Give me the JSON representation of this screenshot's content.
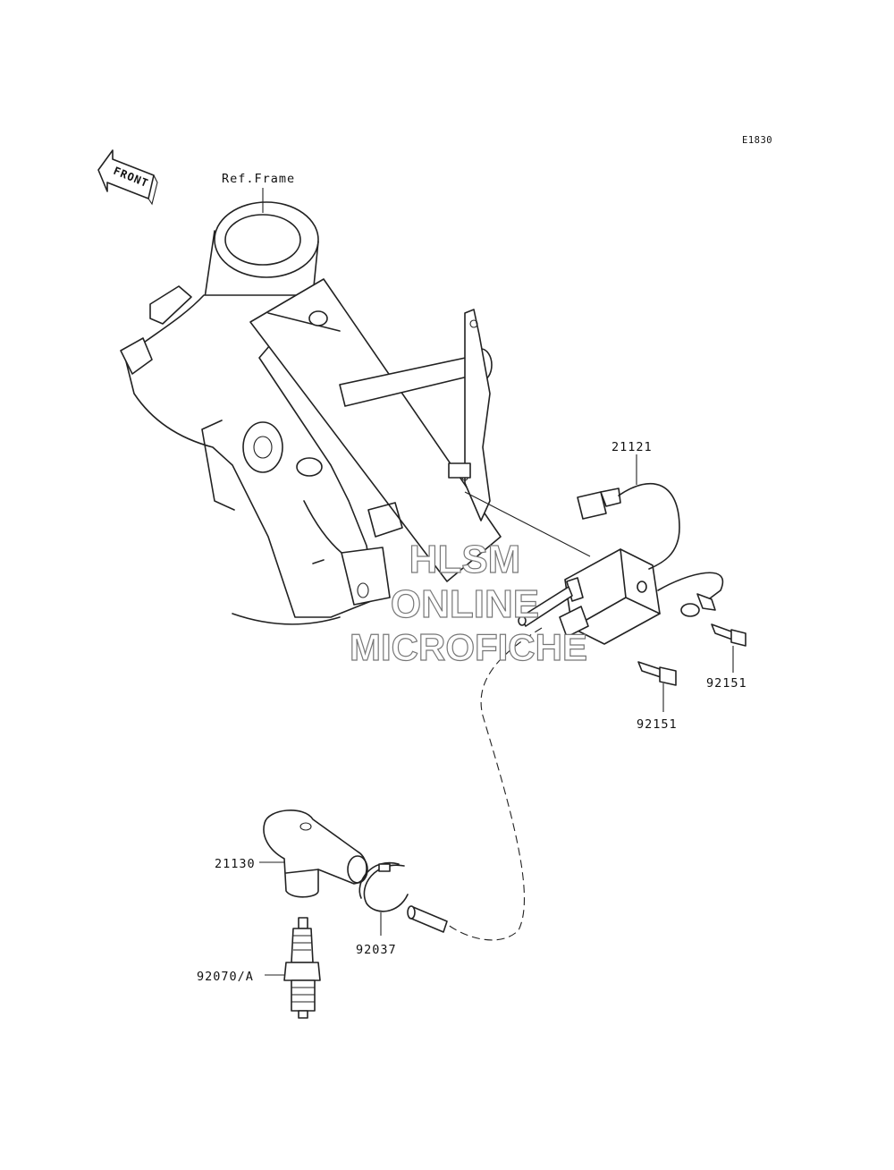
{
  "diagram": {
    "code": "E1830",
    "front_marker": "FRONT",
    "labels": {
      "ref_frame": "Ref.Frame",
      "ignition_coil": "21121",
      "bolt_upper": "92151",
      "bolt_lower": "92151",
      "plug_cap": "21130",
      "clamp": "92037",
      "spark_plug": "92070/A"
    },
    "watermark": {
      "line1": "HLSM",
      "line2": "ONLINE",
      "line3": "MICROFICHE"
    }
  }
}
